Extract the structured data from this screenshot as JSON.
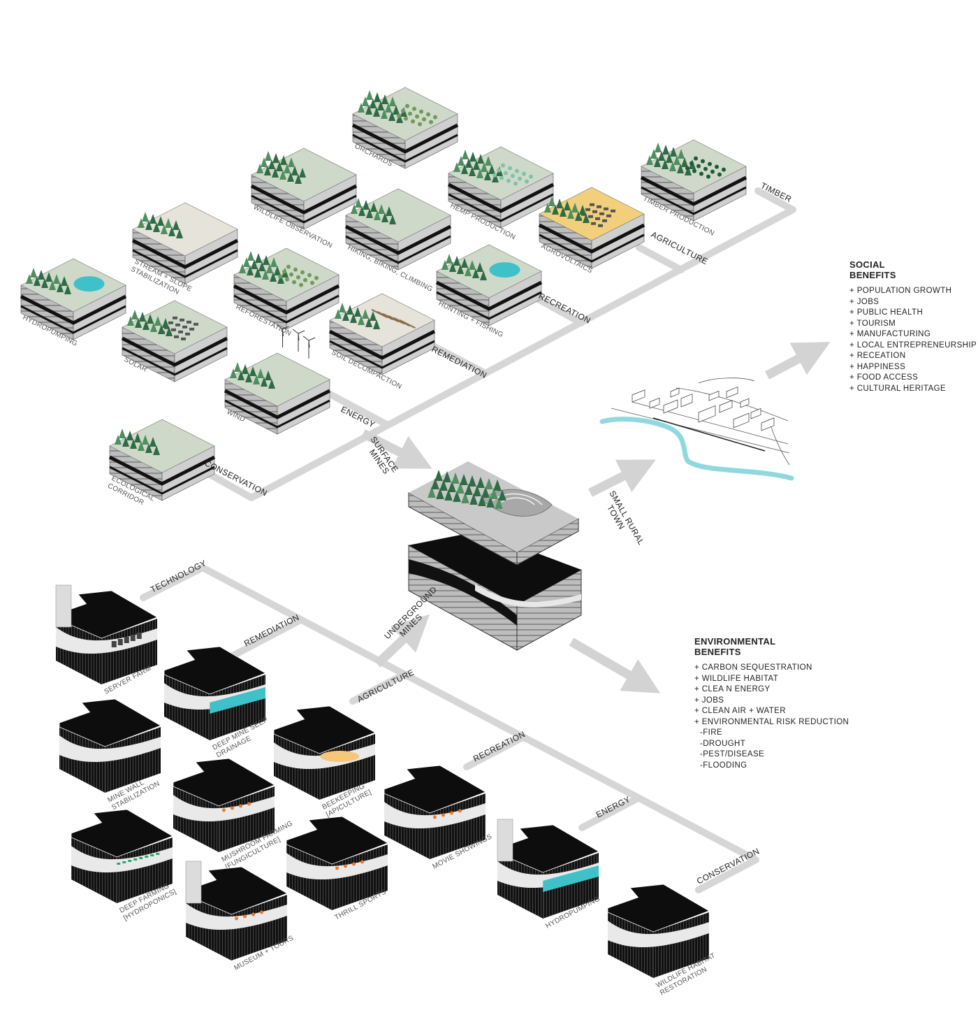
{
  "surface": {
    "source_label": "SURFACE\nMINES",
    "branches": [
      "CONSERVATION",
      "ENERGY",
      "REMEDIATION",
      "RECREATION",
      "AGRICULTURE",
      "TIMBER"
    ],
    "tiles": [
      [
        "HYDROPUMPING"
      ],
      [
        "STREAM + SLOPE",
        "STABILIZATION"
      ],
      [
        "WILDLIFE OBSERVATION"
      ],
      [
        "ORCHARDS"
      ],
      [
        "SOLAR"
      ],
      [
        "REFORESTATION"
      ],
      [
        "HIKING, BIKING, CLIMBING"
      ],
      [
        "HEMP PRODUCTION"
      ],
      [
        "TIMBER PRODUCTION"
      ],
      [
        "WIND"
      ],
      [
        "SOIL DECOMPACTION"
      ],
      [
        "HUNTING + FISHING"
      ],
      [
        "AGROVOLTAICS"
      ],
      [
        "ECOLOGICAL",
        "CORRIDOR"
      ]
    ]
  },
  "underground": {
    "source_label": "UNDERGROUND\nMINES",
    "branches": [
      "TECHNOLOGY",
      "REMEDIATION",
      "AGRICULTURE",
      "RECREATION",
      "ENERGY",
      "CONSERVATION"
    ],
    "tiles": [
      [
        "SERVER FARM"
      ],
      [
        "DEEP MINE SEEP",
        "DRAINAGE"
      ],
      [
        "MINE WALL",
        "STABILIZATION"
      ],
      [
        "BEEKEEPING",
        "[APICULTURE]"
      ],
      [
        "MUSHROOM FARMING",
        "[FUNGICULTURE]"
      ],
      [
        "MOVIE SHOWINGS"
      ],
      [
        "DEEP FARMING",
        "[HYDROPONICS]"
      ],
      [
        "THRILL SPORTS"
      ],
      [
        "HYDROPUMPING"
      ],
      [
        "MUSEUM + TOURS"
      ],
      [
        "WILDLIFE HABITAT",
        "RESTORATION"
      ]
    ]
  },
  "center": {
    "town_label": [
      "SMALL RURAL",
      "TOWN"
    ]
  },
  "social_benefits": {
    "title": "SOCIAL\nBENEFITS",
    "items": [
      "+ POPULATION GROWTH",
      "+ JOBS",
      "+ PUBLIC HEALTH",
      "+ TOURISM",
      "+ MANUFACTURING",
      "+ LOCAL ENTREPRENEURSHIP",
      "+ RECEATION",
      "+ HAPPINESS",
      "+ FOOD ACCESS",
      "+ CULTURAL HERITAGE"
    ]
  },
  "environmental_benefits": {
    "title": "ENVIRONMENTAL\nBENEFITS",
    "items": [
      "+ CARBON SEQUESTRATION",
      "+ WILDLIFE HABITAT",
      "+ CLEA N ENERGY",
      "+ JOBS",
      "+ CLEAN AIR + WATER",
      "+ ENVIRONMENTAL RISK REDUCTION"
    ],
    "sub_items": [
      "-FIRE",
      "-DROUGHT",
      "-PEST/DISEASE",
      "-FLOODING"
    ]
  },
  "colors": {
    "path": "#d6d6d6",
    "forest": "#2f6b45",
    "forest_light": "#4f8f5f",
    "water": "#3fc1c9",
    "soil_dark": "#111111",
    "soil_grey": "#9a9a9a",
    "mine_black": "#0d0d0d"
  }
}
